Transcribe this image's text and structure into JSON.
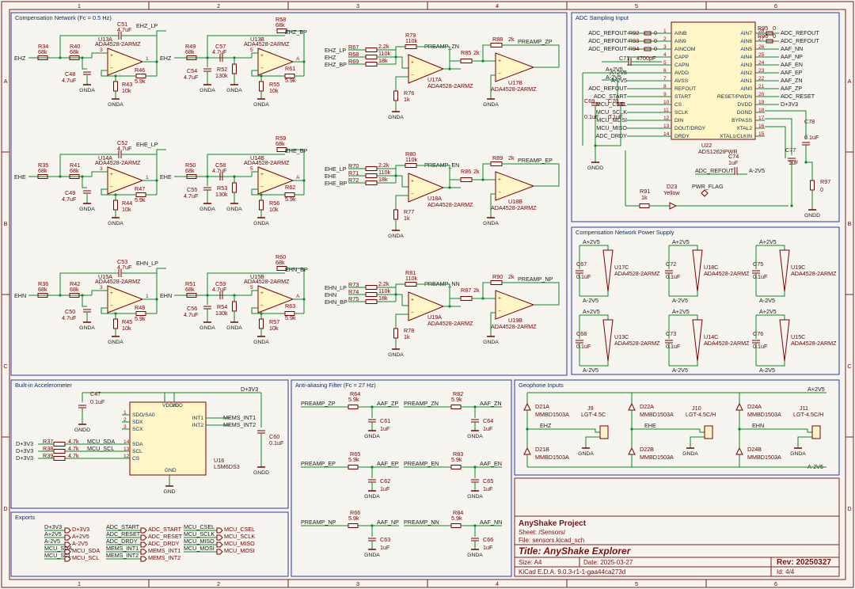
{
  "border": {
    "columns": [
      "1",
      "2",
      "3",
      "4",
      "5",
      "6"
    ],
    "rows": [
      "A",
      "B",
      "C",
      "D"
    ]
  },
  "sections": {
    "comp": "Compensation Network (Fc = 0.5 Hz)",
    "adc": "ADC Sampling Input",
    "power": "Compensation Network Power Supply",
    "accel": "Built-in Accelerometer",
    "aaf": "Anti-aliasing Filter (Fc = 27 Hz)",
    "geo": "Geophone Inputs",
    "exports": "Exports"
  },
  "comp_rows": [
    {
      "in": "EHZ",
      "ra": "R34",
      "rb": "R40",
      "c_in": "C48",
      "opa": "U13A",
      "c_fb": "C51",
      "r_fb": "R46",
      "r_g": "R43",
      "lp": "EHZ_LP",
      "r2": "R49",
      "c2": "C57",
      "r3": "R52",
      "c3": "C54",
      "opb": "U13B",
      "r_fb2": "R58",
      "r4": "R61",
      "r5": "R55",
      "bp": "EHZ_BP"
    },
    {
      "in": "EHE",
      "ra": "R35",
      "rb": "R41",
      "c_in": "C49",
      "opa": "U14A",
      "c_fb": "C52",
      "r_fb": "R47",
      "r_g": "R44",
      "lp": "EHE_LP",
      "r2": "R50",
      "c2": "C58",
      "r3": "R53",
      "c3": "C55",
      "opb": "U14B",
      "r_fb2": "R59",
      "r4": "R62",
      "r5": "R56",
      "bp": "EHE_BP"
    },
    {
      "in": "EHN",
      "ra": "R36",
      "rb": "R42",
      "c_in": "C50",
      "opa": "U15A",
      "c_fb": "C53",
      "r_fb": "R48",
      "r_g": "R45",
      "lp": "EHN_LP",
      "r2": "R51",
      "c2": "C59",
      "r3": "R54",
      "c3": "C56",
      "opb": "U15B",
      "r_fb2": "R60",
      "r4": "R63",
      "r5": "R57",
      "bp": "EHN_BP"
    }
  ],
  "values": {
    "r68k": "68k",
    "c47": "4.7uF",
    "r59": "5.9k",
    "r10k": "10k",
    "r130k": "130k",
    "opamp": "ADA4528-2ARMZ",
    "r22": "2.2k",
    "r110": "110k",
    "r18": "18k",
    "r1k": "1k",
    "r2k": "2k",
    "gnda": "GNDA",
    "gndd": "GNDD",
    "gnd": "GND",
    "c01": "0.1uF",
    "c1u": "1uF",
    "c4700p": "4700pF",
    "r0": "0",
    "r1kv": "1k"
  },
  "sum_rows": [
    {
      "ins": [
        "EHZ_LP",
        "EHZ",
        "EHZ_BP"
      ],
      "rs": [
        "R67",
        "R68",
        "R69"
      ],
      "rf": "R79",
      "out": "PREAMP_ZN",
      "op": "U17A",
      "rg": "R76",
      "ro": "R85",
      "rbuf": "R88",
      "opb": "U17B",
      "outb": "PREAMP_ZP"
    },
    {
      "ins": [
        "EHE_LP",
        "EHE",
        "EHE_BP"
      ],
      "rs": [
        "R70",
        "R71",
        "R72"
      ],
      "rf": "R80",
      "out": "PREAMP_EN",
      "op": "U18A",
      "rg": "R77",
      "ro": "R86",
      "rbuf": "R89",
      "opb": "U18B",
      "outb": "PREAMP_EP"
    },
    {
      "ins": [
        "EHN_LP",
        "EHN",
        "EHN_BP"
      ],
      "rs": [
        "R73",
        "R74",
        "R75"
      ],
      "rf": "R81",
      "out": "PREAMP_NN",
      "op": "U19A",
      "rg": "R78",
      "ro": "R87",
      "rbuf": "R90",
      "opb": "U19B",
      "outb": "PREAMP_NP"
    }
  ],
  "adc": {
    "ref": "U22",
    "part": "ADS1262IPWR",
    "left_pins": [
      {
        "num": "1",
        "name": "AINB"
      },
      {
        "num": "2",
        "name": "AIN9"
      },
      {
        "num": "3",
        "name": "AINCOM"
      },
      {
        "num": "4",
        "name": "CAPP"
      },
      {
        "num": "5",
        "name": "CAPN"
      },
      {
        "num": "6",
        "name": "AVDD"
      },
      {
        "num": "7",
        "name": "AVSS"
      },
      {
        "num": "8",
        "name": "REFOUT"
      },
      {
        "num": "9",
        "name": "START"
      },
      {
        "num": "10",
        "name": "CS"
      },
      {
        "num": "11",
        "name": "SCLK"
      },
      {
        "num": "12",
        "name": "DIN"
      },
      {
        "num": "13",
        "name": "DOUT/DRDY"
      },
      {
        "num": "14",
        "name": "DRDY"
      }
    ],
    "right_pins": [
      {
        "num": "28",
        "name": "AIN7"
      },
      {
        "num": "27",
        "name": "AIN6"
      },
      {
        "num": "26",
        "name": "AIN5"
      },
      {
        "num": "25",
        "name": "AIN4"
      },
      {
        "num": "24",
        "name": "AIN3"
      },
      {
        "num": "23",
        "name": "AIN2"
      },
      {
        "num": "22",
        "name": "AIN1"
      },
      {
        "num": "21",
        "name": "AIN0"
      },
      {
        "num": "20",
        "name": "RESET/PWDN"
      },
      {
        "num": "19",
        "name": "DVDD"
      },
      {
        "num": "18",
        "name": "DGND"
      },
      {
        "num": "17",
        "name": "BYPASS"
      },
      {
        "num": "16",
        "name": "XTAL2"
      },
      {
        "num": "15",
        "name": "XTAL1/CLKIN"
      }
    ],
    "left_nets": [
      "ADC_REFOUT",
      "ADC_REFOUT",
      "ADC_REFOUT",
      "",
      "",
      "A+2V5",
      "A-2V5",
      "ADC_REFOUT",
      "ADC_START",
      "MCU_CSEL",
      "MCU_SCLK",
      "MCU_MOSI",
      "MCU_MISO",
      "ADC_DRDY"
    ],
    "left_refs": [
      "R92",
      "R93",
      "R94"
    ],
    "right_nets": [
      "ADC_REFOUT",
      "ADC_REFOUT",
      "AAF_NN",
      "AAF_NP",
      "AAF_EN",
      "AAF_EP",
      "AAF_ZN",
      "AAF_ZP",
      "ADC_RESET",
      "D+3V3",
      "",
      "",
      "",
      ""
    ],
    "right_refs": [
      "R95",
      "R96"
    ],
    "c71": "C71",
    "c69": "C69",
    "c70": "C70",
    "c74": "C74",
    "c77": "C77",
    "c78": "C78",
    "r91": "R91",
    "d23": "D23",
    "d23v": "Yellow",
    "pwr": "PWR_FLAG",
    "r97": "R97",
    "refout": "ADC_REFOUT",
    "am": "A-2V5",
    "ap": "A+2V5"
  },
  "power": {
    "units": [
      {
        "c": "C67",
        "u": "U17C"
      },
      {
        "c": "C72",
        "u": "U18C"
      },
      {
        "c": "C75",
        "u": "U19C"
      },
      {
        "c": "C68",
        "u": "U13C"
      },
      {
        "c": "C73",
        "u": "U14C"
      },
      {
        "c": "C76",
        "u": "U15C"
      }
    ],
    "ap": "A+2V5",
    "am": "A-2V5"
  },
  "accel": {
    "ref": "U16",
    "part": "LSM6DS3",
    "c47": "C47",
    "c60": "C60",
    "supply": "D+3V3",
    "pins_left": [
      {
        "num": "1",
        "name": "SDO/SA0"
      },
      {
        "num": "2",
        "name": "SDX"
      },
      {
        "num": "3",
        "name": "SCX"
      },
      {
        "num": "14",
        "name": "SDA"
      },
      {
        "num": "13",
        "name": "SCL"
      },
      {
        "num": "12",
        "name": "CS"
      }
    ],
    "pins_right": [
      {
        "num": "4",
        "name": "INT1"
      },
      {
        "num": "9",
        "name": "INT2"
      }
    ],
    "top_pins": [
      {
        "num": "5",
        "name": "VDDIO"
      },
      {
        "num": "8",
        "name": "VDD"
      }
    ],
    "bottom_pin": {
      "num": "6",
      "name": "GND"
    },
    "nets_right": [
      "MEMS_INT1",
      "MEMS_INT2"
    ],
    "resistors": [
      {
        "ref": "R37",
        "net": "MCU_SDA"
      },
      {
        "ref": "R38",
        "net": "MCU_SCL"
      },
      {
        "ref": "R39",
        "net": ""
      }
    ],
    "r47": "4.7k"
  },
  "aaf": {
    "items": [
      {
        "in": "PREAMP_ZP",
        "r": "R64",
        "c": "C61",
        "out": "AAF_ZP"
      },
      {
        "in": "PREAMP_ZN",
        "r": "R82",
        "c": "C64",
        "out": "AAF_ZN"
      },
      {
        "in": "PREAMP_EP",
        "r": "R65",
        "c": "C62",
        "out": "AAF_EP"
      },
      {
        "in": "PREAMP_EN",
        "r": "R83",
        "c": "C65",
        "out": "AAF_EN"
      },
      {
        "in": "PREAMP_NP",
        "r": "R66",
        "c": "C63",
        "out": "AAF_NP"
      },
      {
        "in": "PREAMP_NN",
        "r": "R84",
        "c": "C66",
        "out": "AAF_NN"
      }
    ]
  },
  "geo": {
    "ap": "A+2V5",
    "am": "A-2V5",
    "diode": "MMBD1503A",
    "items": [
      {
        "da": "D21A",
        "db": "D21B",
        "j": "J9",
        "jpart": "LGT-4.5C",
        "net": "EHZ"
      },
      {
        "da": "D22A",
        "db": "D22B",
        "j": "J10",
        "jpart": "LGT-4.5C/H",
        "net": "EHE"
      },
      {
        "da": "D24A",
        "db": "D24B",
        "j": "J11",
        "jpart": "LGT-4.5C/H",
        "net": "EHN"
      }
    ]
  },
  "exports": {
    "col1": [
      "D+3V3",
      "A+2V5",
      "A-2V5",
      "MCU_SDA",
      "MCU_SCL"
    ],
    "col2": [
      "ADC_START",
      "ADC_RESET",
      "ADC_DRDY",
      "MEMS_INT1",
      "MEMS_INT2"
    ],
    "col3": [
      "MCU_CSEL",
      "MCU_SCLK",
      "MCU_MISO",
      "MCU_MOSI"
    ]
  },
  "titleblock": {
    "project": "AnyShake Project",
    "sheet": "Sheet: /Sensors/",
    "file": "File: sensors.kicad_sch",
    "title": "Title: AnyShake Explorer",
    "size": "Size: A4",
    "date": "Date:  2025-03-27",
    "rev": "Rev: 20250327",
    "tool": "KiCad E.D.A.  9.0.3-r1-1-gaa44ca273d",
    "id": "Id: 4/4"
  }
}
